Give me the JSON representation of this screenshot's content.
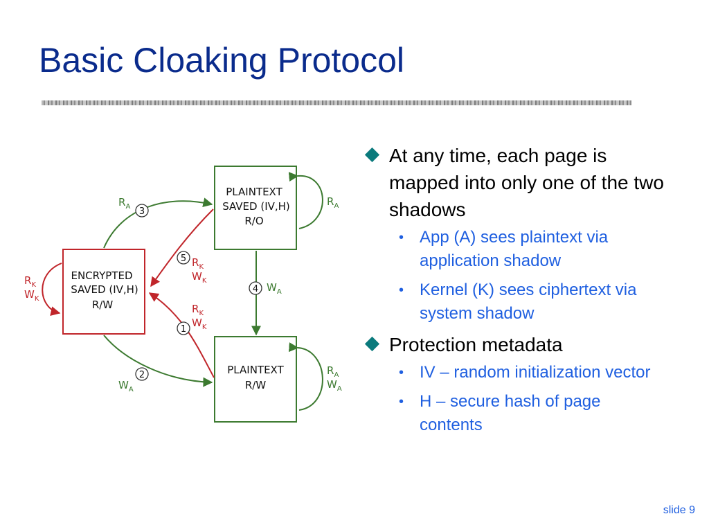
{
  "title": "Basic Cloaking Protocol",
  "diagram": {
    "nodes": {
      "encrypted": {
        "lines": [
          "ENCRYPTED",
          "SAVED (IV,H)",
          "R/W"
        ]
      },
      "plaintext_saved": {
        "lines": [
          "PLAINTEXT",
          "SAVED (IV,H)",
          "R/O"
        ]
      },
      "plaintext_rw": {
        "lines": [
          "PLAINTEXT",
          "R/W"
        ]
      }
    },
    "step_markers": [
      "1",
      "2",
      "3",
      "4",
      "5"
    ],
    "labels": {
      "R": "R",
      "W": "W",
      "A": "A",
      "K": "K"
    },
    "colors": {
      "green": "#3c7a30",
      "red": "#c0252a",
      "title": "#0a2b8c",
      "sub_bullet": "#1f5fe0",
      "diamond": "#0a7a7c"
    }
  },
  "bullets": [
    {
      "text": "At any time, each page is mapped into only one of the two shadows",
      "sub": [
        "App (A) sees plaintext via application shadow",
        "Kernel (K) sees ciphertext via system shadow"
      ]
    },
    {
      "text": "Protection metadata",
      "sub": [
        "IV – random initialization vector",
        "H – secure hash of page contents"
      ]
    }
  ],
  "slide_number": "slide 9"
}
